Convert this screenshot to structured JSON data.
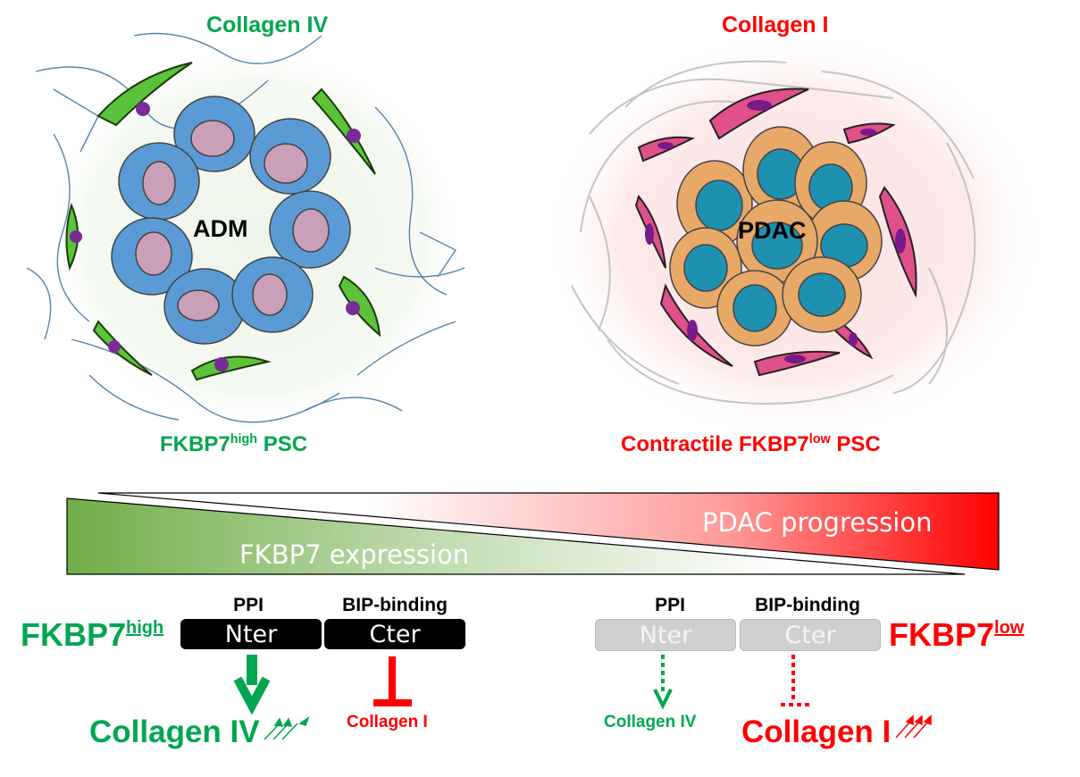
{
  "top": {
    "left_collagen": "Collagen IV",
    "right_collagen": "Collagen I",
    "left_tissue": "ADM",
    "right_tissue": "PDAC",
    "left_psc": {
      "prefix": "FKBP7",
      "sup": "high",
      "suffix": " PSC"
    },
    "right_psc": {
      "prefix": "Contractile FKBP7",
      "sup": "low",
      "suffix": " PSC"
    }
  },
  "gradient": {
    "fkbp7_label": "FKBP7 expression",
    "pdac_label": "PDAC progression",
    "green_color": "#70ad47",
    "red_color": "#ff0000"
  },
  "left_panel": {
    "name": {
      "prefix": "FKBP7",
      "sup": "high"
    },
    "ppi_label": "PPI",
    "bip_label": "BIP-binding",
    "nter": "Nter",
    "cter": "Cter",
    "collagen_iv": "Collagen IV",
    "collagen_i": "Collagen I"
  },
  "right_panel": {
    "name": {
      "prefix": "FKBP7",
      "sup": "low"
    },
    "ppi_label": "PPI",
    "bip_label": "BIP-binding",
    "nter": "Nter",
    "cter": "Cter",
    "collagen_iv": "Collagen IV",
    "collagen_i": "Collagen I"
  },
  "colors": {
    "green": "#00a64f",
    "red": "#ff0000"
  }
}
